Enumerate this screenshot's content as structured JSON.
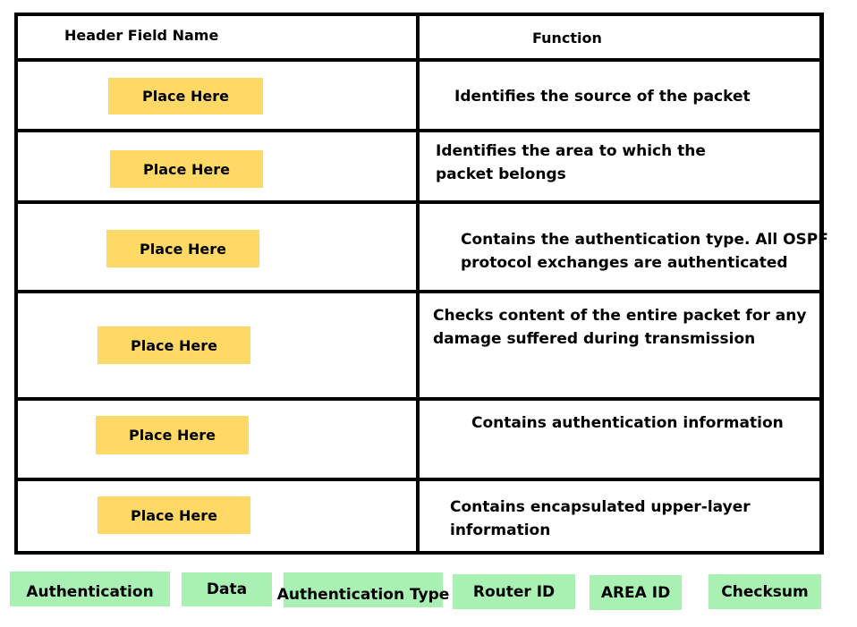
{
  "table": {
    "header_left": "Header Field Name",
    "header_right": "Function",
    "rows": [
      {
        "slot": "Place Here",
        "function_lines": [
          "Identifies the source of the packet"
        ]
      },
      {
        "slot": "Place Here",
        "function_lines": [
          "Identifies the area to which the",
          "packet belongs"
        ]
      },
      {
        "slot": "Place Here",
        "function_lines": [
          "Contains the authentication type. All OSPF",
          "protocol exchanges are authenticated"
        ]
      },
      {
        "slot": "Place Here",
        "function_lines": [
          "Checks content of the entire packet for any",
          "damage suffered during transmission"
        ]
      },
      {
        "slot": "Place Here",
        "function_lines": [
          "Contains authentication information"
        ]
      },
      {
        "slot": "Place Here",
        "function_lines": [
          "Contains encapsulated upper-layer",
          "information"
        ]
      }
    ]
  },
  "options": [
    "Authentication",
    "Data",
    "Authentication Type",
    "Router ID",
    "AREA ID",
    "Checksum"
  ],
  "colors": {
    "slot_fill": "#ffd966",
    "option_fill": "#a9f0b3",
    "grid_line": "#000000"
  }
}
